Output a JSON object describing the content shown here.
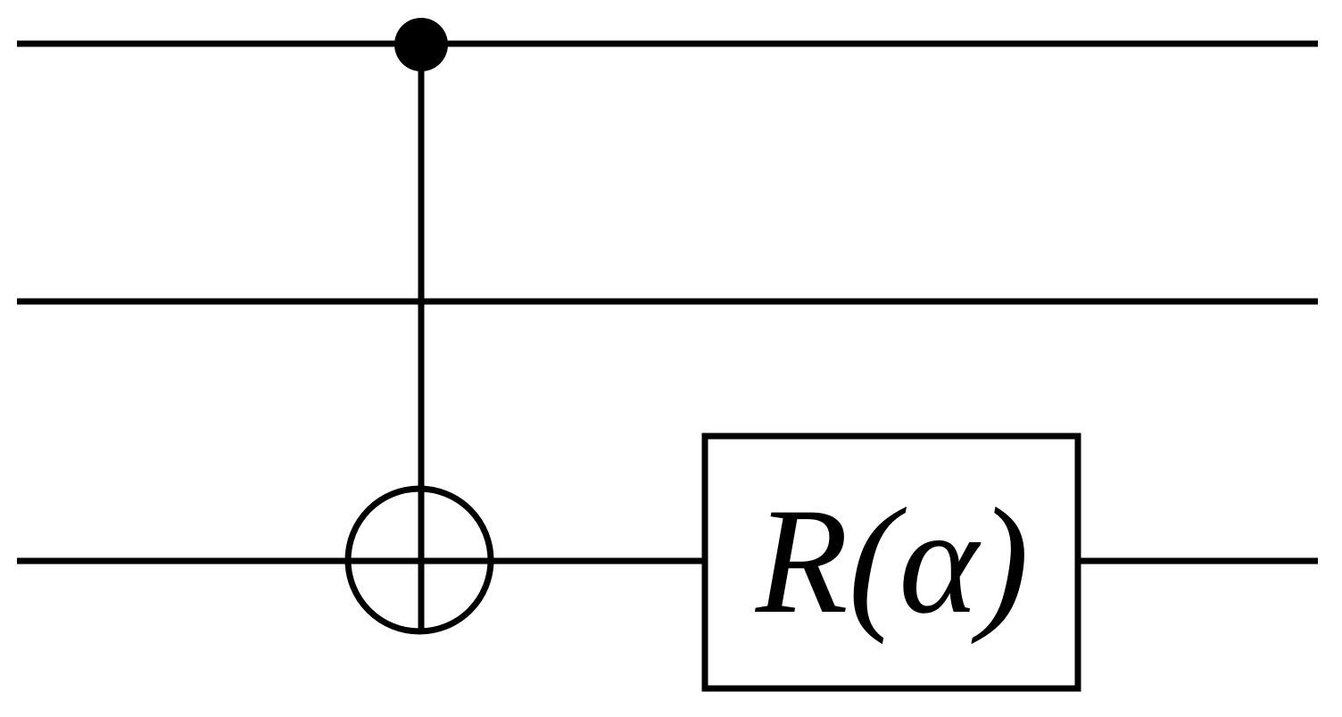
{
  "colors": {
    "stroke": "#000000",
    "background": "#ffffff"
  },
  "circuit": {
    "qubit_count": 3,
    "gates": [
      {
        "type": "cnot",
        "control_qubit": 0,
        "target_qubit": 2
      },
      {
        "type": "single-qubit-gate",
        "qubit": 2,
        "label": "R(α)"
      }
    ]
  }
}
